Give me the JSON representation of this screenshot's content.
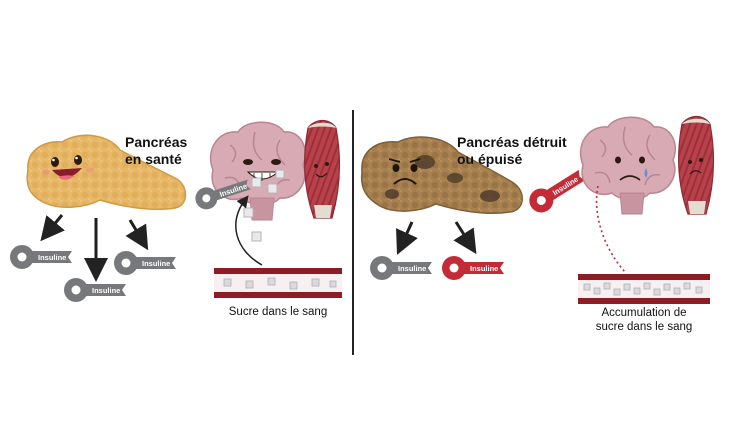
{
  "left": {
    "title_line1": "Pancréas",
    "title_line2": "en santé",
    "caption": "Sucre dans le sang",
    "key_label": "Insuline"
  },
  "right": {
    "title_line1": "Pancréas détruit",
    "title_line2": "ou épuisé",
    "caption_line1": "Accumulation de",
    "caption_line2": "sucre dans le sang",
    "key_label": "Insuline"
  },
  "colors": {
    "healthy_pancreas": "#e7b868",
    "damaged_pancreas": "#a98150",
    "gray_key": "#77787b",
    "red_key": "#c52a37",
    "vessel": "#8e1c24",
    "brain": "#d8aab4",
    "muscle": "#b8424b"
  },
  "icons": [
    "pancreas-icon",
    "brain-icon",
    "muscle-icon",
    "insulin-key-icon",
    "blood-vessel-icon",
    "sugar-cube-icon"
  ]
}
